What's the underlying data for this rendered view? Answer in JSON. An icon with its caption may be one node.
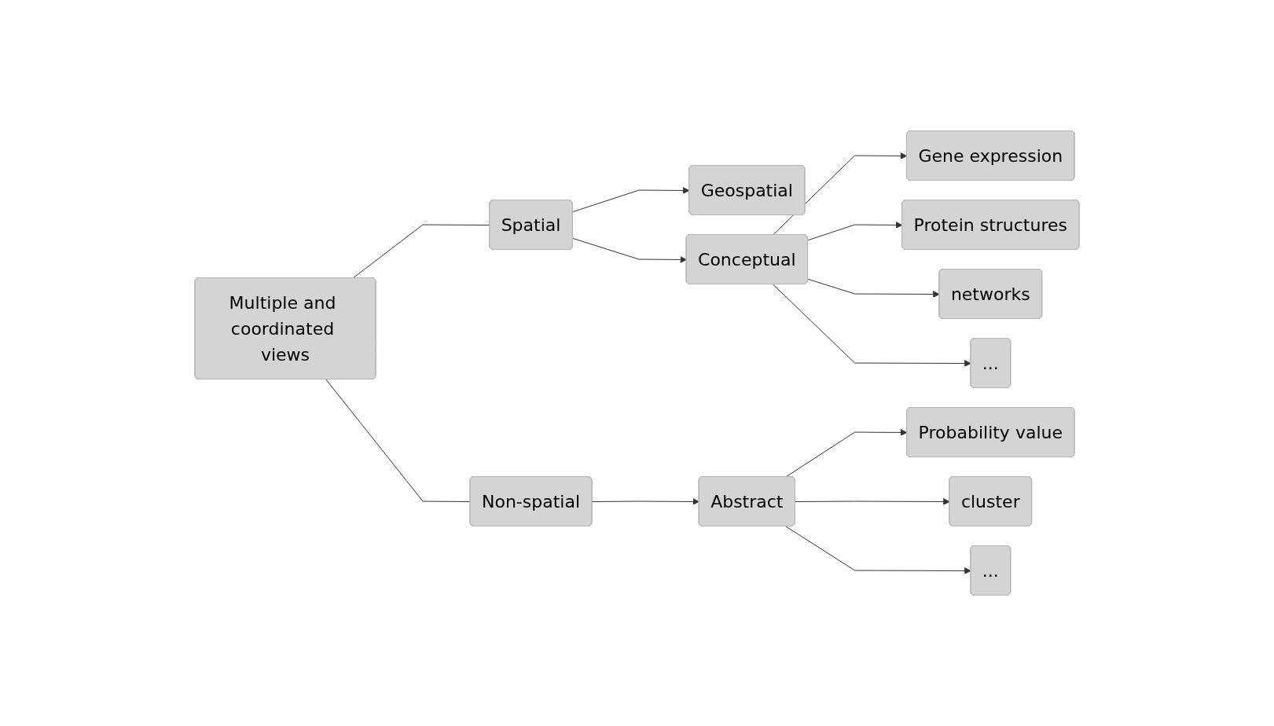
{
  "diagram": {
    "nodes": [
      {
        "text": [
          "Multiple and coordinated views"
        ]
      },
      {
        "text": [
          "Spatial"
        ]
      },
      {
        "text": [
          "Non-spatial"
        ]
      },
      {
        "text": [
          "Geospatial"
        ]
      },
      {
        "text": [
          "Conceptual"
        ]
      },
      {
        "text": [
          "Abstract"
        ]
      },
      {
        "text": [
          "Gene expression"
        ]
      },
      {
        "text": [
          "Protein structures"
        ]
      },
      {
        "text": [
          "networks"
        ]
      },
      {
        "text": [
          "..."
        ]
      },
      {
        "text": [
          "Probability value"
        ]
      },
      {
        "text": [
          "cluster"
        ]
      },
      {
        "text": [
          "..."
        ]
      }
    ],
    "edges": [
      {
        "from": 0,
        "to": 1,
        "arrow": "none"
      },
      {
        "from": 0,
        "to": 2,
        "arrow": "none"
      },
      {
        "from": 1,
        "to": 3,
        "arrow": "to"
      },
      {
        "from": 1,
        "to": 4,
        "arrow": "to"
      },
      {
        "from": 2,
        "to": 5,
        "arrow": "to"
      },
      {
        "from": 4,
        "to": 6,
        "arrow": "to"
      },
      {
        "from": 4,
        "to": 7,
        "arrow": "to"
      },
      {
        "from": 4,
        "to": 8,
        "arrow": "to"
      },
      {
        "from": 4,
        "to": 9,
        "arrow": "to"
      },
      {
        "from": 5,
        "to": 10,
        "arrow": "to"
      },
      {
        "from": 5,
        "to": 11,
        "arrow": "to"
      },
      {
        "from": 5,
        "to": 12,
        "arrow": "to"
      }
    ]
  }
}
